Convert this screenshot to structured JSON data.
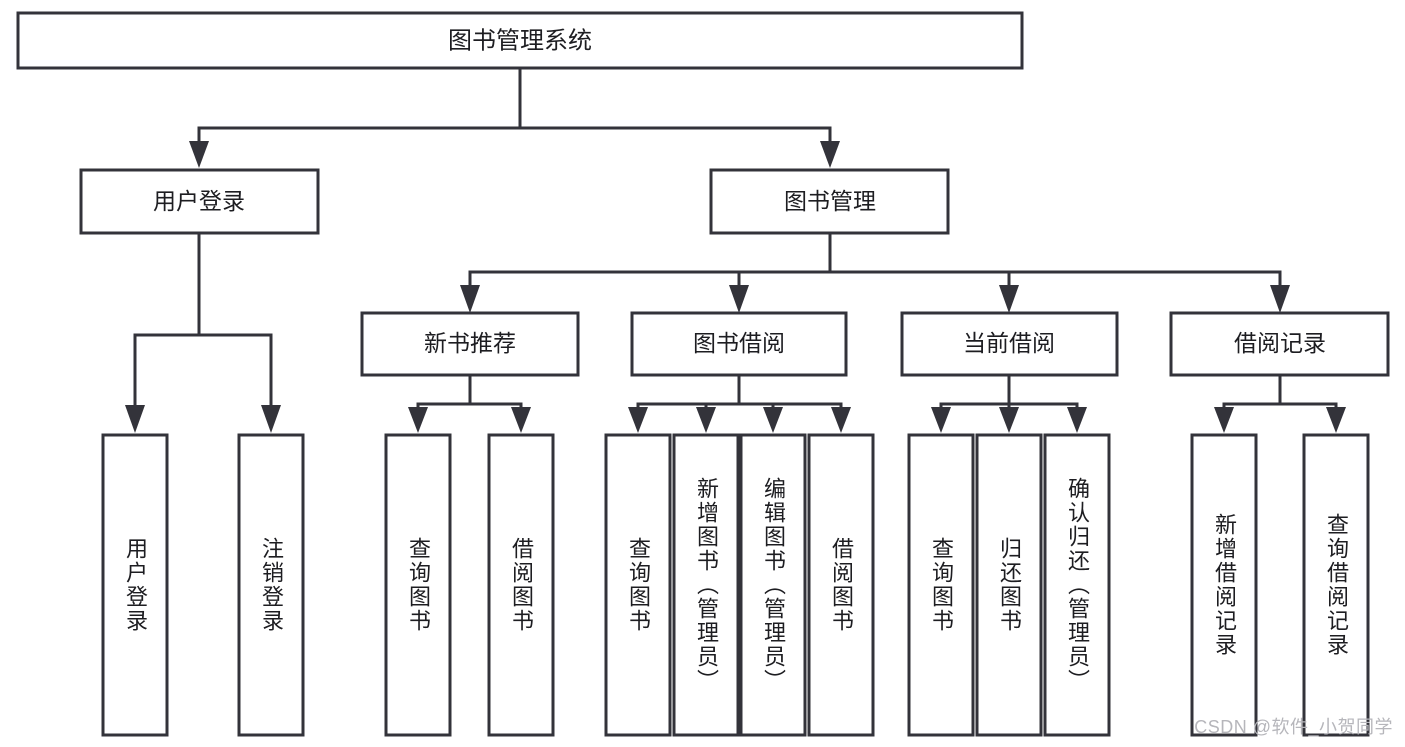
{
  "diagram": {
    "title": "图书管理系统",
    "watermark": "CSDN @软件_小贺同学",
    "colors": {
      "box_stroke": "#33333a",
      "box_fill": "#ffffff",
      "text": "#1d1d21",
      "connector": "#33333a",
      "watermark": "#b6b6bb",
      "background": "#ffffff"
    },
    "root": {
      "label": "图书管理系统"
    },
    "level2": [
      {
        "label": "用户登录"
      },
      {
        "label": "图书管理"
      }
    ],
    "level3": [
      {
        "label": "新书推荐"
      },
      {
        "label": "图书借阅"
      },
      {
        "label": "当前借阅"
      },
      {
        "label": "借阅记录"
      }
    ],
    "leaves": {
      "user_login": [
        {
          "label": "用户登录"
        },
        {
          "label": "注销登录"
        }
      ],
      "new_book_recommend": [
        {
          "label": "查询图书"
        },
        {
          "label": "借阅图书"
        }
      ],
      "book_borrow": [
        {
          "label": "查询图书"
        },
        {
          "label": "新增图书（管理员）"
        },
        {
          "label": "编辑图书（管理员）"
        },
        {
          "label": "借阅图书"
        }
      ],
      "current_borrow": [
        {
          "label": "查询图书"
        },
        {
          "label": "归还图书"
        },
        {
          "label": "确认归还（管理员）"
        }
      ],
      "borrow_record": [
        {
          "label": "新增借阅记录"
        },
        {
          "label": "查询借阅记录"
        }
      ]
    }
  }
}
